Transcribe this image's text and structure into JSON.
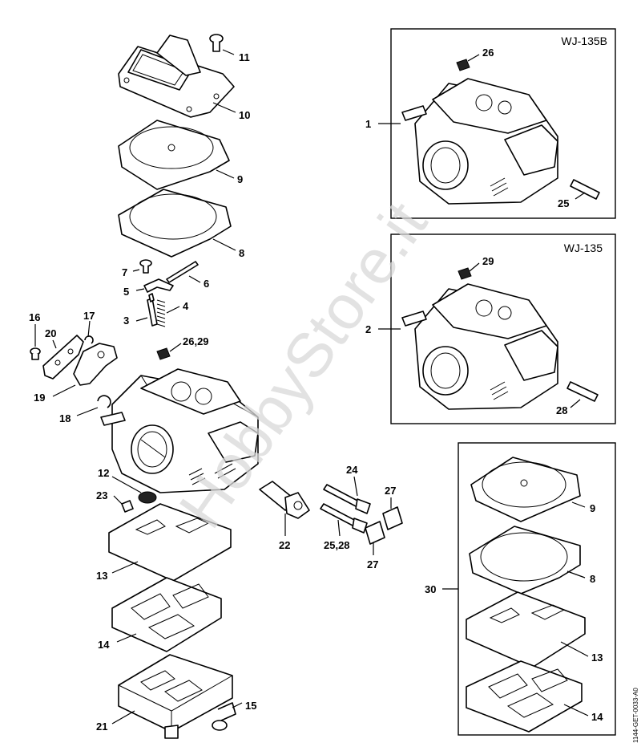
{
  "watermark": "HobbyStore.it",
  "document_id": "1144-GET-0033-A0",
  "boxes": {
    "wj135b": {
      "title": "WJ-135B"
    },
    "wj135": {
      "title": "WJ-135"
    }
  },
  "labels": {
    "p1": "1",
    "p2": "2",
    "p3": "3",
    "p4": "4",
    "p5": "5",
    "p6": "6",
    "p7": "7",
    "p8": "8",
    "p9": "9",
    "p10": "10",
    "p11": "11",
    "p12": "12",
    "p13": "13",
    "p14": "14",
    "p15": "15",
    "p16": "16",
    "p17": "17",
    "p18": "18",
    "p19": "19",
    "p20": "20",
    "p21": "21",
    "p22": "22",
    "p23": "23",
    "p24": "24",
    "p25_28": "25,28",
    "p26_29": "26,29",
    "p27a": "27",
    "p27b": "27",
    "b1_26": "26",
    "b1_25": "25",
    "b2_29": "29",
    "b2_28": "28",
    "kit_30": "30",
    "kit_9": "9",
    "kit_8": "8",
    "kit_13": "13",
    "kit_14": "14"
  }
}
